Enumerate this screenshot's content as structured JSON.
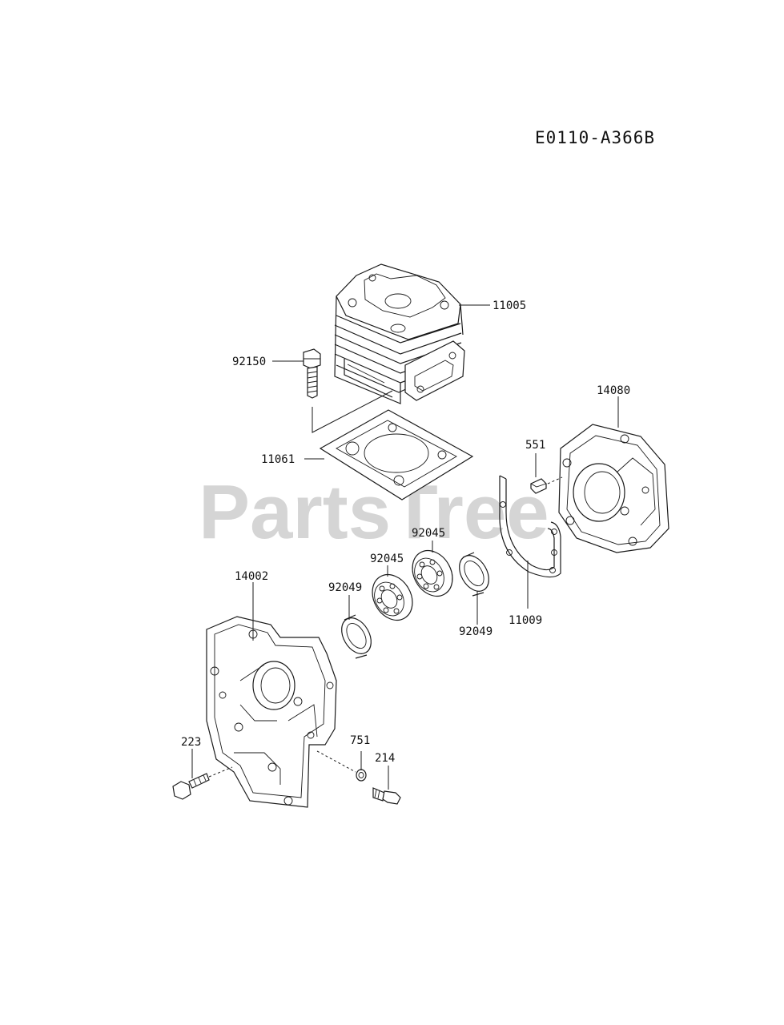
{
  "diagram_code": "E0110-A366B",
  "watermark": "PartsTree",
  "parts": [
    {
      "key": "11005",
      "label": "11005"
    },
    {
      "key": "92150",
      "label": "92150"
    },
    {
      "key": "11061",
      "label": "11061"
    },
    {
      "key": "14080",
      "label": "14080"
    },
    {
      "key": "551",
      "label": "551"
    },
    {
      "key": "92045a",
      "label": "92045"
    },
    {
      "key": "92045b",
      "label": "92045"
    },
    {
      "key": "92049a",
      "label": "92049"
    },
    {
      "key": "92049b",
      "label": "92049"
    },
    {
      "key": "11009",
      "label": "11009"
    },
    {
      "key": "14002",
      "label": "14002"
    },
    {
      "key": "223",
      "label": "223"
    },
    {
      "key": "751",
      "label": "751"
    },
    {
      "key": "214",
      "label": "214"
    }
  ]
}
